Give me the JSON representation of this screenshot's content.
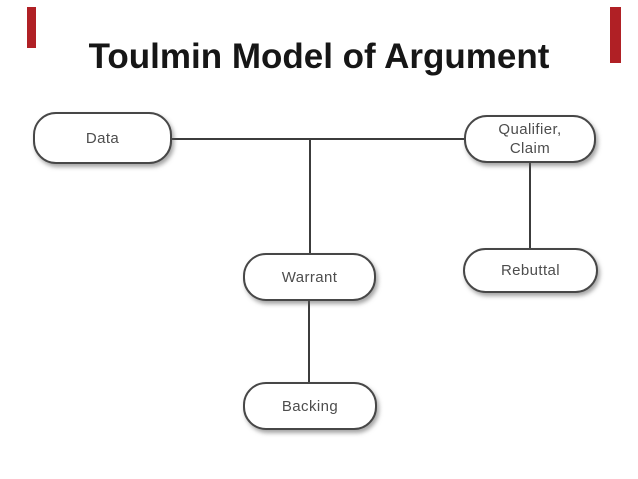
{
  "slide": {
    "title": "Toulmin Model of Argument",
    "background_color": "#ffffff",
    "accent_color": "#b02025",
    "title_color": "#161616"
  },
  "diagram": {
    "type": "flowchart",
    "node_border_color": "#474747",
    "node_fill_color": "#ffffff",
    "node_text_color": "#4d4d4d",
    "connector_color": "#3c3c3c",
    "nodes": {
      "data": {
        "label": "Data"
      },
      "qualifier_claim": {
        "label": "Qualifier,\nClaim"
      },
      "warrant": {
        "label": "Warrant"
      },
      "rebuttal": {
        "label": "Rebuttal"
      },
      "backing": {
        "label": "Backing"
      }
    },
    "connectors": [
      {
        "from": "data",
        "to": "qualifier_claim",
        "orientation": "horizontal"
      },
      {
        "from": "data-qualifier_claim-line",
        "to": "warrant",
        "orientation": "vertical"
      },
      {
        "from": "warrant",
        "to": "backing",
        "orientation": "vertical"
      },
      {
        "from": "qualifier_claim",
        "to": "rebuttal",
        "orientation": "vertical"
      }
    ]
  }
}
